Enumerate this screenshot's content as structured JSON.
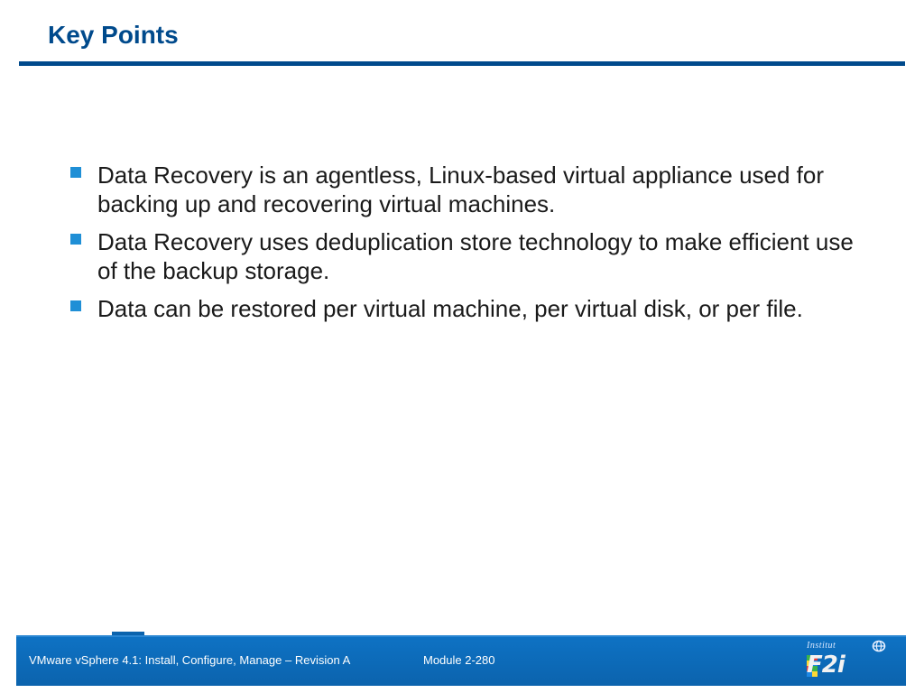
{
  "slide": {
    "title": "Key Points",
    "bullets": [
      "Data Recovery is an agentless, Linux-based virtual appliance used for backing up and recovering virtual machines.",
      "Data Recovery uses deduplication store technology to make efficient use of the backup storage.",
      "Data can be restored per virtual machine, per virtual disk, or per file."
    ]
  },
  "footer": {
    "course": "VMware vSphere 4.1: Install, Configure, Manage – Revision A",
    "module": "Module 2-280",
    "logo_institute": "Institut",
    "logo_letters": "F2i"
  },
  "colors": {
    "title": "#004a8c",
    "rule": "#004a8c",
    "bullet_marker": "#1f8fd6",
    "footer_bg": "#0b63ad"
  },
  "icons": {
    "bullet": "square-bullet-icon",
    "logo_globe": "globe-icon"
  }
}
